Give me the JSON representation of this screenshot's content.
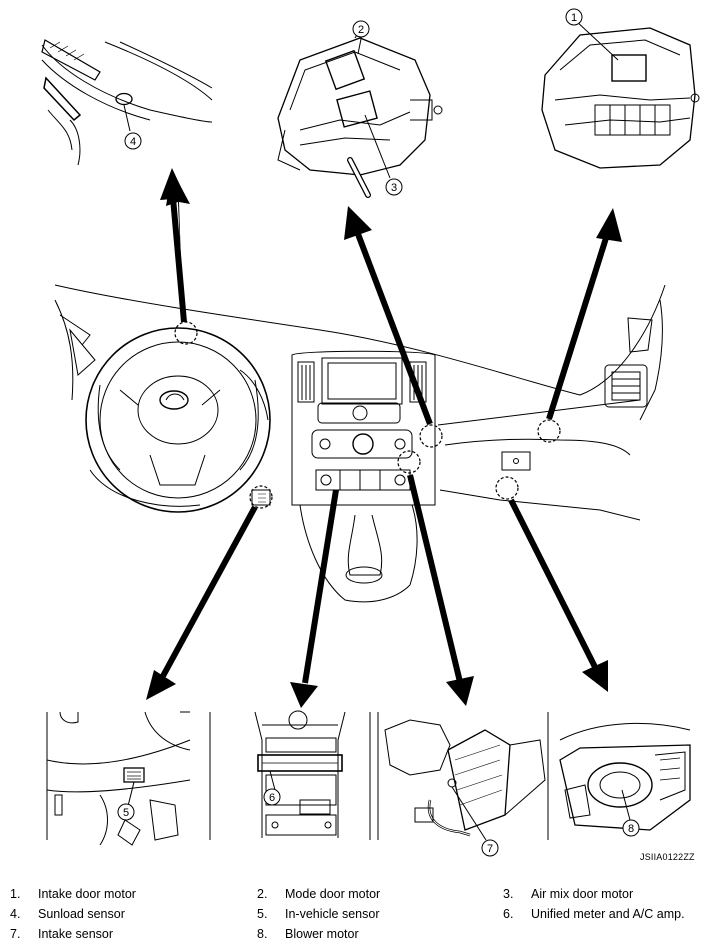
{
  "callouts": [
    "1",
    "2",
    "3",
    "4",
    "5",
    "6",
    "7",
    "8"
  ],
  "ref_code": "JSIIA0122ZZ",
  "legend": [
    {
      "num": "1.",
      "label": "Intake door motor"
    },
    {
      "num": "2.",
      "label": "Mode door motor"
    },
    {
      "num": "3.",
      "label": "Air mix door motor"
    },
    {
      "num": "4.",
      "label": "Sunload sensor"
    },
    {
      "num": "5.",
      "label": "In-vehicle sensor"
    },
    {
      "num": "6.",
      "label": "Unified meter and A/C amp."
    },
    {
      "num": "7.",
      "label": "Intake sensor"
    },
    {
      "num": "8.",
      "label": "Blower motor"
    }
  ]
}
